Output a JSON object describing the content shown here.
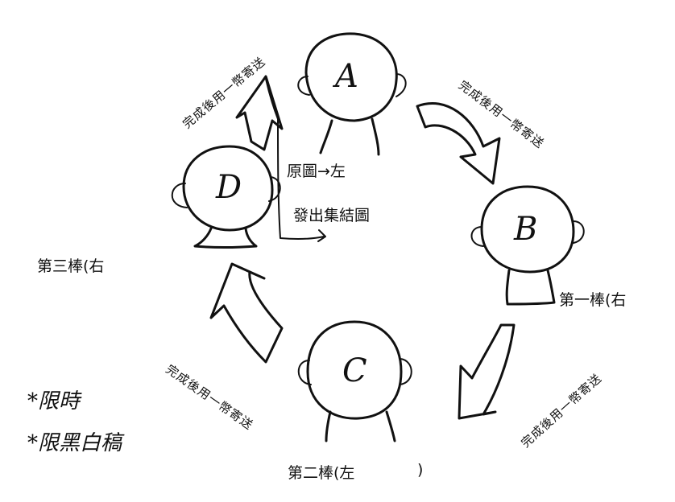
{
  "ink_color": "#111111",
  "background_color": "#ffffff",
  "nodes": [
    {
      "id": "A",
      "letter": "A"
    },
    {
      "id": "B",
      "letter": "B"
    },
    {
      "id": "C",
      "letter": "C"
    },
    {
      "id": "D",
      "letter": "D"
    }
  ],
  "handoff_note": "完成後用一幣寄送",
  "batons": {
    "first": "第一棒(右",
    "second_prefix": "第二棒(左",
    "second_suffix": ")",
    "third": "第三棒(右"
  },
  "center": {
    "line1": "原圖→左",
    "line2": "發出集結圖"
  },
  "rules": [
    "*限時",
    "*限黑白稿"
  ]
}
